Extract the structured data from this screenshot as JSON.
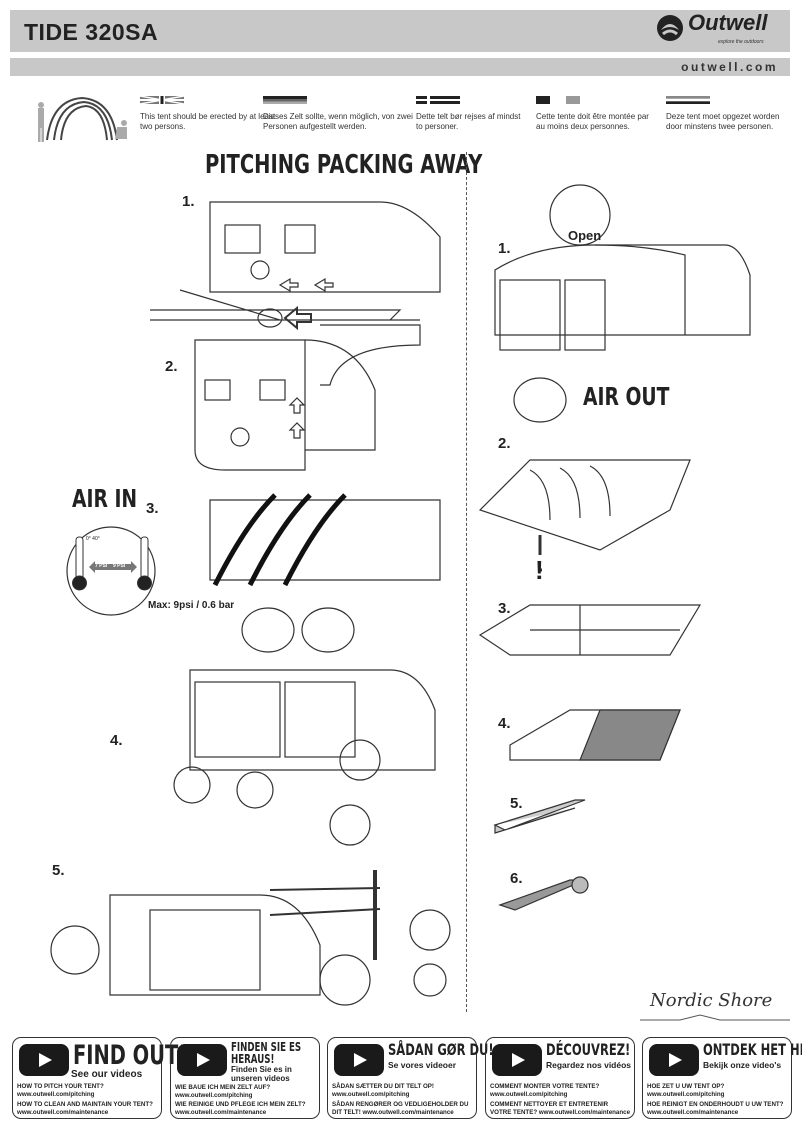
{
  "header": {
    "title": "TIDE 320SA",
    "brand": "Outwell",
    "tagline": "explore the outdoors",
    "website": "outwell.com"
  },
  "languages": [
    {
      "flag": "uk",
      "text": "This tent should be erected by at least two persons."
    },
    {
      "flag": "de",
      "text": "Dieses Zelt sollte, wenn möglich, von zwei Personen aufgestellt werden."
    },
    {
      "flag": "dk",
      "text": "Dette telt bør rejses af mindst to personer."
    },
    {
      "flag": "fr",
      "text": "Cette tente doit être montée par au moins deux personnes."
    },
    {
      "flag": "nl",
      "text": "Deze tent moet opgezet worden door minstens twee personen."
    }
  ],
  "pitching": {
    "title": "PITCHING PACKING AWAY",
    "air_in": "AIR IN",
    "steps": [
      "1.",
      "2.",
      "3.",
      "4.",
      "5."
    ],
    "temp_label": "0° 40°",
    "psi_low": "7 PSI",
    "psi_high": "9 PSI",
    "max_pressure": "Max: 9psi / 0.6 bar"
  },
  "packing": {
    "air_out": "AIR OUT",
    "open_label": "Open",
    "steps": [
      "1.",
      "2.",
      "3.",
      "4.",
      "5.",
      "6."
    ],
    "warning": "!"
  },
  "series_logo": "Nordic Shore",
  "footer": [
    {
      "heading": "FIND OUT!",
      "sub": "See our videos",
      "q1": "HOW TO PITCH YOUR TENT?",
      "u1": "www.outwell.com/pitching",
      "q2": "HOW TO CLEAN AND MAINTAIN YOUR TENT?",
      "u2": "www.outwell.com/maintenance"
    },
    {
      "heading": "FINDEN SIE ES HERAUS!",
      "sub": "Finden Sie es in unseren videos",
      "q1": "WIE BAUE ICH MEIN ZELT AUF?",
      "u1": "www.outwell.com/pitching",
      "q2": "WIE REINIGE UND PFLEGE ICH MEIN ZELT?",
      "u2": "www.outwell.com/maintenance"
    },
    {
      "heading": "SÅDAN GØR DU!",
      "sub": "Se vores videoer",
      "q1": "SÅDAN SÆTTER DU DIT TELT OP!",
      "u1": "www.outwell.com/pitching",
      "q2": "SÅDAN RENGØRER OG VEDLIGEHOLDER DU",
      "u2": "DIT TELT! www.outwell.com/maintenance"
    },
    {
      "heading": "DÉCOUVREZ!",
      "sub": "Regardez nos vidéos",
      "q1": "COMMENT MONTER VOTRE TENTE?",
      "u1": "www.outwell.com/pitching",
      "q2": "COMMENT NETTOYER ET ENTRETENIR",
      "u2": "VOTRE TENTE? www.outwell.com/maintenance"
    },
    {
      "heading": "ONTDEK HET HIER!",
      "sub": "Bekijk onze video's",
      "q1": "HOE ZET U UW TENT OP?",
      "u1": "www.outwell.com/pitching",
      "q2": "HOE REINIGT EN ONDERHOUDT U UW TENT?",
      "u2": "www.outwell.com/maintenance"
    }
  ]
}
